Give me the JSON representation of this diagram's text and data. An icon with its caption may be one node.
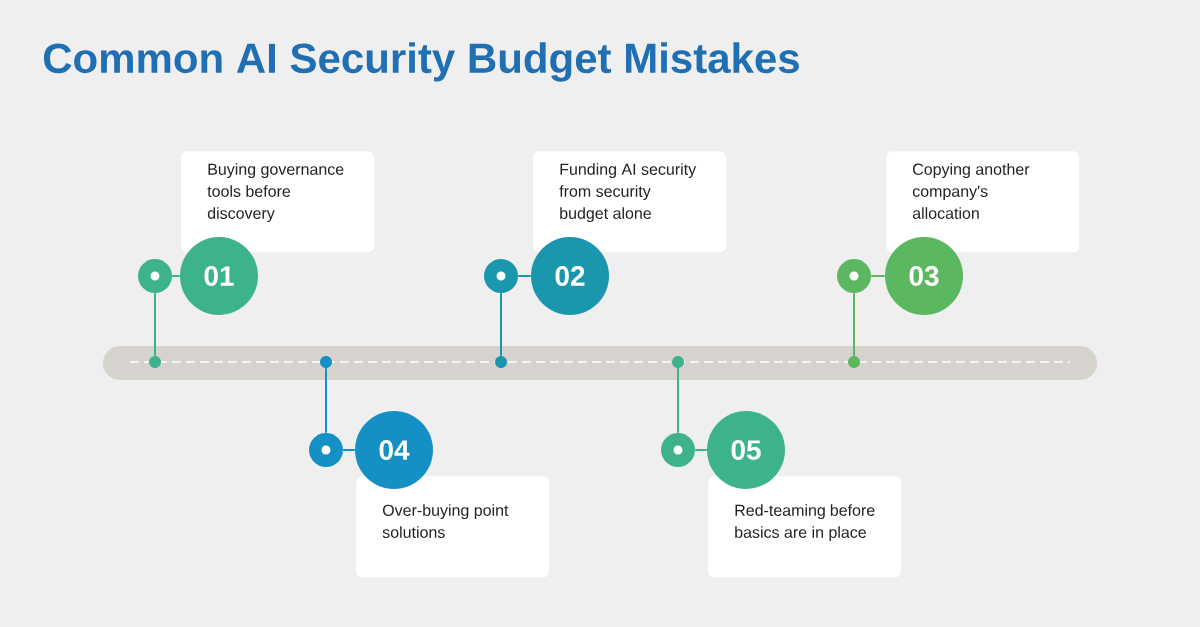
{
  "diagram": {
    "title": "Common AI Security Budget Mistakes",
    "nodes": [
      {
        "text": [
          "Buying governance tools before discovery"
        ]
      },
      {
        "text": [
          "Funding AI security from security budget alone"
        ]
      },
      {
        "text": [
          "Copying another company's allocation"
        ]
      },
      {
        "text": [
          "Over-buying point solutions"
        ]
      },
      {
        "text": [
          "Red-teaming before basics are in place"
        ]
      },
      {
        "text": [
          "01"
        ]
      },
      {
        "text": [
          "02"
        ]
      },
      {
        "text": [
          "03"
        ]
      },
      {
        "text": [
          "04"
        ]
      },
      {
        "text": [
          "05"
        ]
      },
      {
        "text": [],
        "shape": "circle"
      },
      {
        "text": [],
        "shape": "circle"
      },
      {
        "text": [],
        "shape": "circle"
      },
      {
        "text": [],
        "shape": "circle"
      },
      {
        "text": [],
        "shape": "circle"
      },
      {
        "text": [],
        "shape": "circle"
      },
      {
        "text": [],
        "shape": "circle"
      },
      {
        "text": [],
        "shape": "circle"
      },
      {
        "text": [],
        "shape": "circle"
      },
      {
        "text": [],
        "shape": "circle"
      }
    ],
    "edges": [
      {
        "from": 10,
        "to": 5,
        "arrow": "none",
        "color": "#3db38d"
      },
      {
        "from": 11,
        "to": 6,
        "arrow": "none",
        "color": "#1b97ad"
      },
      {
        "from": 12,
        "to": 7,
        "arrow": "none",
        "color": "#5cb860"
      },
      {
        "from": 13,
        "to": 8,
        "arrow": "none",
        "color": "#1490c4"
      },
      {
        "from": 14,
        "to": 9,
        "arrow": "none",
        "color": "#3db38d"
      },
      {
        "from": 10,
        "to": 15,
        "arrow": "none",
        "color": "#3db38d"
      },
      {
        "from": 11,
        "to": 17,
        "arrow": "none",
        "color": "#1b97ad"
      },
      {
        "from": 12,
        "to": 19,
        "arrow": "none",
        "color": "#5cb860"
      },
      {
        "from": 13,
        "to": 16,
        "arrow": "none",
        "color": "#1490c4"
      },
      {
        "from": 14,
        "to": 18,
        "arrow": "none",
        "color": "#3db38d"
      }
    ]
  }
}
